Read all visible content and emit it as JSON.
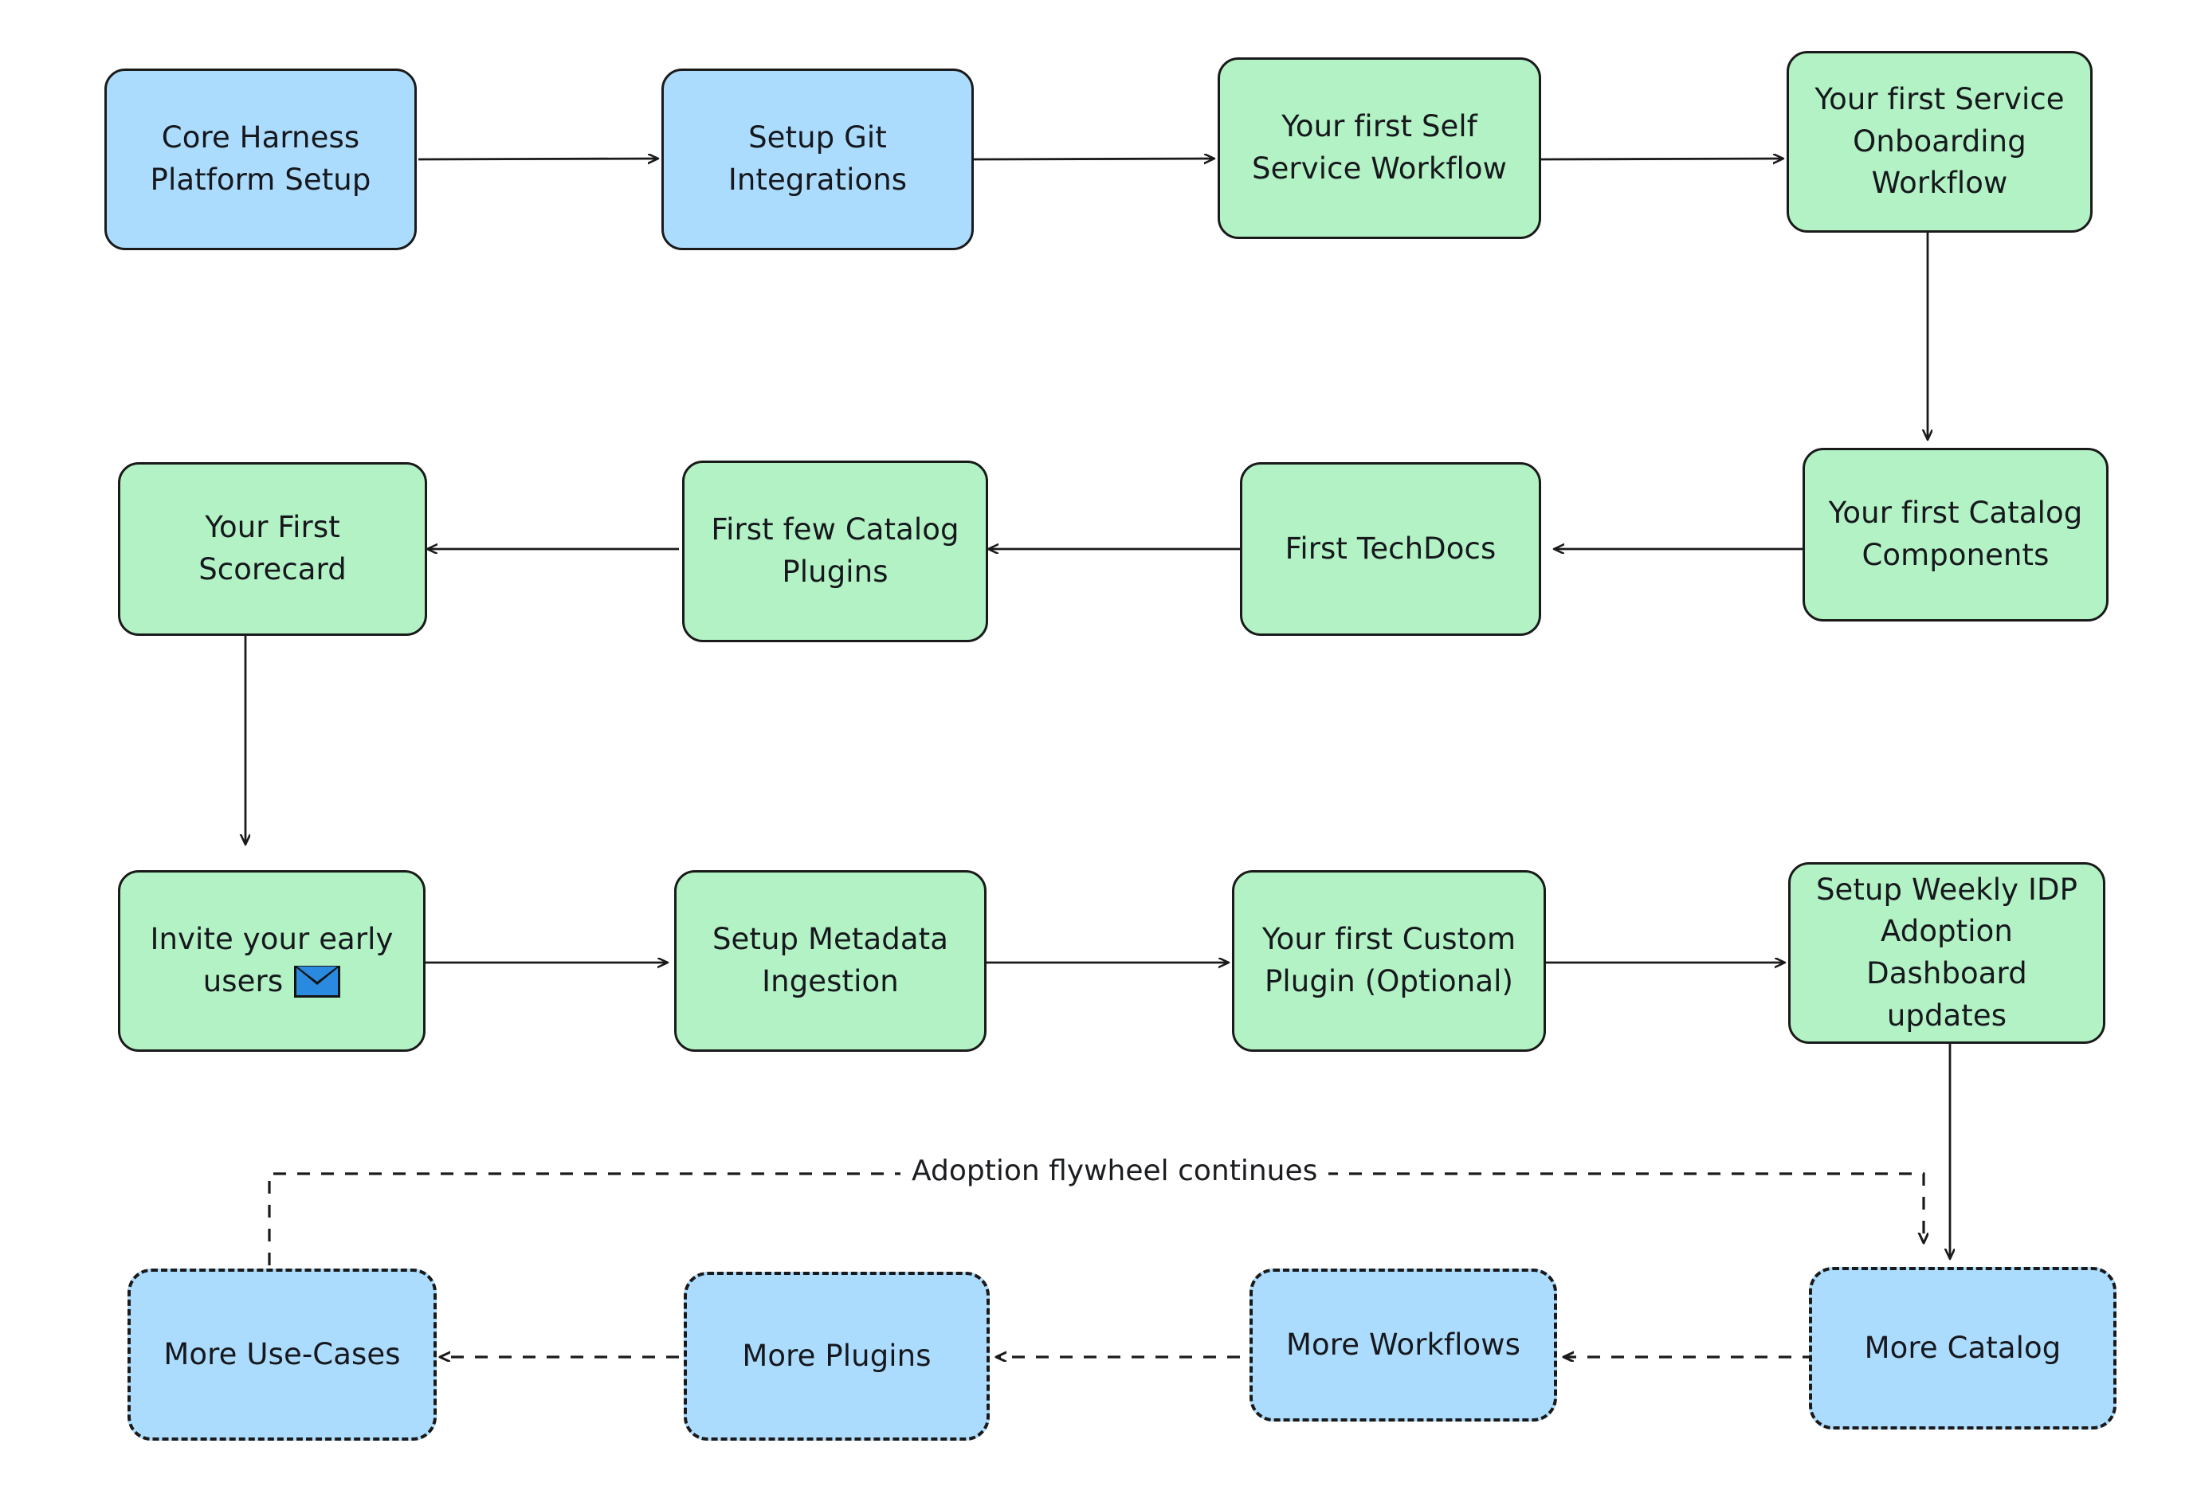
{
  "diagram": {
    "title": "Harness IDP Adoption Flywheel Flowchart",
    "background": "#ffffff",
    "colors": {
      "blue_fill": "#ACDCFD",
      "green_fill": "#B2F2C4",
      "stroke": "#1a1a1a",
      "envelope_blue": "#2a8ae0"
    },
    "nodes": [
      {
        "id": "n1",
        "label": "Core Harness Platform Setup",
        "color": "blue",
        "style": "solid",
        "row": 1
      },
      {
        "id": "n2",
        "label": "Setup Git Integrations",
        "color": "blue",
        "style": "solid",
        "row": 1
      },
      {
        "id": "n3",
        "label": "Your first Self Service Workflow",
        "color": "green",
        "style": "solid",
        "row": 1
      },
      {
        "id": "n4",
        "label": "Your first Service Onboarding Workflow",
        "color": "green",
        "style": "solid",
        "row": 1
      },
      {
        "id": "n5",
        "label": "Your first Catalog Components",
        "color": "green",
        "style": "solid",
        "row": 2
      },
      {
        "id": "n6",
        "label": "First TechDocs",
        "color": "green",
        "style": "solid",
        "row": 2
      },
      {
        "id": "n7",
        "label": "First few Catalog Plugins",
        "color": "green",
        "style": "solid",
        "row": 2
      },
      {
        "id": "n8",
        "label": "Your First Scorecard",
        "color": "green",
        "style": "solid",
        "row": 2
      },
      {
        "id": "n9",
        "label": "Invite your early users",
        "color": "green",
        "style": "solid",
        "row": 3,
        "icon": "envelope-icon"
      },
      {
        "id": "n10",
        "label": "Setup Metadata Ingestion",
        "color": "green",
        "style": "solid",
        "row": 3
      },
      {
        "id": "n11",
        "label": "Your first Custom Plugin (Optional)",
        "color": "green",
        "style": "solid",
        "row": 3
      },
      {
        "id": "n12",
        "label": "Setup Weekly IDP Adoption Dashboard updates",
        "color": "green",
        "style": "solid",
        "row": 3
      },
      {
        "id": "n13",
        "label": "More Catalog",
        "color": "blue",
        "style": "dashed",
        "row": 4
      },
      {
        "id": "n14",
        "label": "More Workflows",
        "color": "blue",
        "style": "dashed",
        "row": 4
      },
      {
        "id": "n15",
        "label": "More Plugins",
        "color": "blue",
        "style": "dashed",
        "row": 4
      },
      {
        "id": "n16",
        "label": "More Use-Cases",
        "color": "blue",
        "style": "dashed",
        "row": 4
      }
    ],
    "edges": [
      {
        "from": "n1",
        "to": "n2",
        "style": "solid",
        "label": ""
      },
      {
        "from": "n2",
        "to": "n3",
        "style": "solid",
        "label": ""
      },
      {
        "from": "n3",
        "to": "n4",
        "style": "solid",
        "label": ""
      },
      {
        "from": "n4",
        "to": "n5",
        "style": "solid",
        "label": ""
      },
      {
        "from": "n5",
        "to": "n6",
        "style": "solid",
        "label": ""
      },
      {
        "from": "n6",
        "to": "n7",
        "style": "solid",
        "label": ""
      },
      {
        "from": "n7",
        "to": "n8",
        "style": "solid",
        "label": ""
      },
      {
        "from": "n8",
        "to": "n9",
        "style": "solid",
        "label": ""
      },
      {
        "from": "n9",
        "to": "n10",
        "style": "solid",
        "label": ""
      },
      {
        "from": "n10",
        "to": "n11",
        "style": "solid",
        "label": ""
      },
      {
        "from": "n11",
        "to": "n12",
        "style": "solid",
        "label": ""
      },
      {
        "from": "n12",
        "to": "n13",
        "style": "solid",
        "label": ""
      },
      {
        "from": "n13",
        "to": "n14",
        "style": "dashed",
        "label": ""
      },
      {
        "from": "n14",
        "to": "n15",
        "style": "dashed",
        "label": ""
      },
      {
        "from": "n15",
        "to": "n16",
        "style": "dashed",
        "label": ""
      },
      {
        "from": "n16",
        "to": "n13",
        "style": "dashed",
        "label": "Adoption flywheel continues"
      }
    ],
    "edge_labels": {
      "flywheel": "Adoption flywheel continues"
    }
  }
}
